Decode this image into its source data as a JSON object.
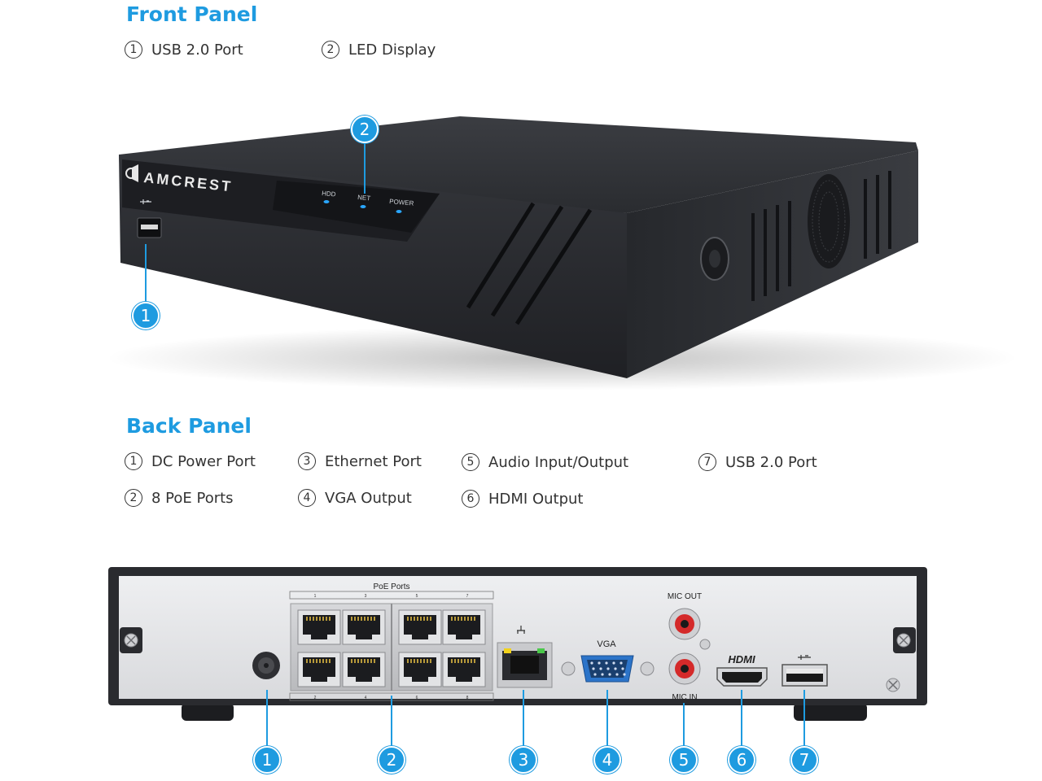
{
  "front_panel": {
    "title": "Front Panel",
    "legend": [
      {
        "num": "1",
        "label": "USB 2.0 Port"
      },
      {
        "num": "2",
        "label": "LED Display"
      }
    ],
    "device": {
      "brand": "AMCREST",
      "leds": [
        "HDD",
        "NET",
        "POWER"
      ],
      "led_color": "#2aa6ff"
    },
    "callouts": [
      "2",
      "1"
    ]
  },
  "back_panel": {
    "title": "Back Panel",
    "legend": [
      {
        "num": "1",
        "label": "DC Power Port"
      },
      {
        "num": "2",
        "label": "8 PoE Ports"
      },
      {
        "num": "3",
        "label": "Ethernet Port"
      },
      {
        "num": "4",
        "label": "VGA Output"
      },
      {
        "num": "5",
        "label": "Audio Input/Output"
      },
      {
        "num": "6",
        "label": "HDMI Output"
      },
      {
        "num": "7",
        "label": "USB 2.0 Port"
      }
    ],
    "device": {
      "poe_label": "PoE Ports",
      "poe_top_numbers": [
        "1",
        "3",
        "5",
        "7"
      ],
      "poe_bottom_numbers": [
        "2",
        "4",
        "6",
        "8"
      ],
      "vga_label": "VGA",
      "mic_out_label": "MIC OUT",
      "mic_in_label": "MIC IN",
      "hdmi_label": "HDMI"
    },
    "callouts": [
      "1",
      "2",
      "3",
      "4",
      "5",
      "6",
      "7"
    ]
  },
  "colors": {
    "accent": "#1e9be0",
    "device_body": "#2b2d31",
    "back_plate": "#e4e5e7"
  }
}
